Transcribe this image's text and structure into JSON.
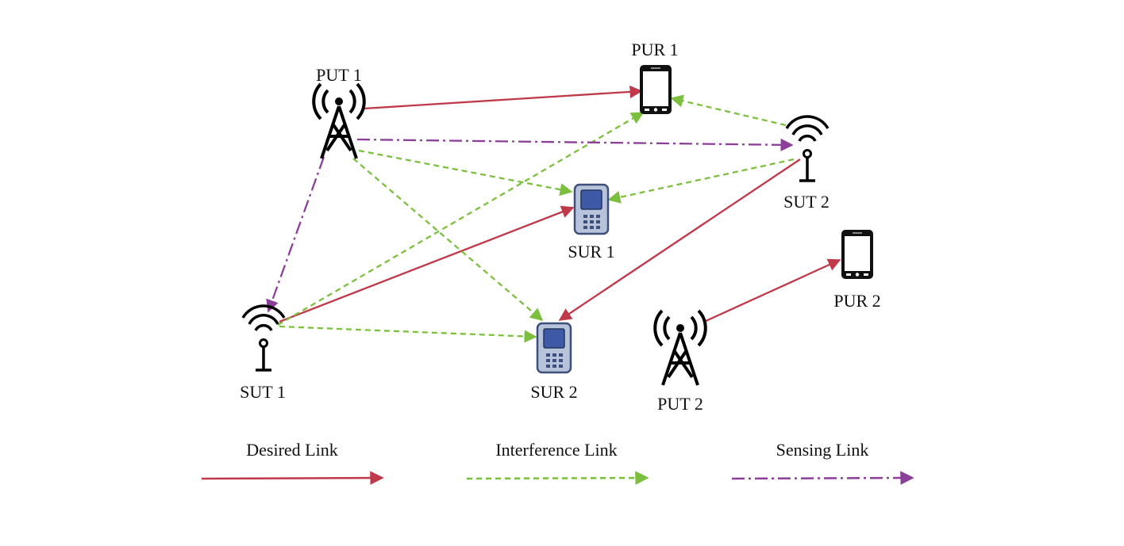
{
  "nodes": {
    "put1": {
      "label": "PUT 1",
      "icon": "cell-tower-icon"
    },
    "put2": {
      "label": "PUT 2",
      "icon": "cell-tower-icon"
    },
    "pur1": {
      "label": "PUR 1",
      "icon": "smartphone-icon"
    },
    "pur2": {
      "label": "PUR 2",
      "icon": "smartphone-icon"
    },
    "sut1": {
      "label": "SUT 1",
      "icon": "wifi-antenna-icon"
    },
    "sut2": {
      "label": "SUT 2",
      "icon": "wifi-antenna-icon"
    },
    "sur1": {
      "label": "SUR 1",
      "icon": "feature-phone-icon"
    },
    "sur2": {
      "label": "SUR 2",
      "icon": "feature-phone-icon"
    }
  },
  "link_types": {
    "desired": {
      "label": "Desired Link",
      "color": "#c0394a"
    },
    "interference": {
      "label": "Interference Link",
      "color": "#7cbf3f"
    },
    "sensing": {
      "label": "Sensing Link",
      "color": "#8b3f98"
    }
  },
  "links": [
    {
      "from": "put1",
      "to": "pur1",
      "type": "desired"
    },
    {
      "from": "sut1",
      "to": "sur1",
      "type": "desired"
    },
    {
      "from": "sut2",
      "to": "sur2",
      "type": "desired"
    },
    {
      "from": "put2",
      "to": "pur2",
      "type": "desired"
    },
    {
      "from": "put1",
      "to": "sur1",
      "type": "interference"
    },
    {
      "from": "put1",
      "to": "sur2",
      "type": "interference"
    },
    {
      "from": "sut1",
      "to": "pur1",
      "type": "interference"
    },
    {
      "from": "sut1",
      "to": "sur2",
      "type": "interference"
    },
    {
      "from": "sut2",
      "to": "sur1",
      "type": "interference"
    },
    {
      "from": "sut2",
      "to": "pur1",
      "type": "interference"
    },
    {
      "from": "put1",
      "to": "sut2",
      "type": "sensing"
    },
    {
      "from": "put1",
      "to": "sut1",
      "type": "sensing"
    }
  ]
}
